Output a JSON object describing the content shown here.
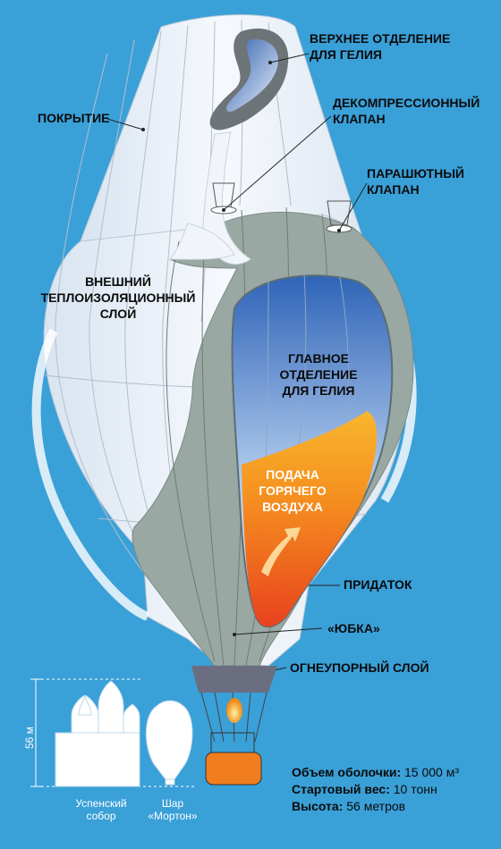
{
  "labels": {
    "upper_helium": "ВЕРХНЕЕ ОТДЕЛЕНИЕ\nДЛЯ ГЕЛИЯ",
    "decompression_valve": "ДЕКОМПРЕССИОННЫЙ\nКЛАПАН",
    "parachute_valve": "ПАРАШЮТНЫЙ\nКЛАПАН",
    "cover": "ПОКРЫТИЕ",
    "outer_insulation": "ВНЕШНИЙ\nТЕПЛОИЗОЛЯЦИОННЫЙ\nСЛОЙ",
    "main_helium": "ГЛАВНОЕ\nОТДЕЛЕНИЕ\nДЛЯ ГЕЛИЯ",
    "hot_air": "ПОДАЧА\nГОРЯЧЕГО\nВОЗДУХА",
    "appendix": "ПРИДАТОК",
    "skirt": "«ЮБКА»",
    "fireproof_layer": "ОГНЕУПОРНЫЙ СЛОЙ"
  },
  "comparison": {
    "height": "56 м",
    "cathedral": "Успенский\nсобор",
    "balloon": "Шар\n«Мортон»"
  },
  "stats": {
    "volume_label": "Объем оболочки:",
    "volume_value": "15 000 м³",
    "weight_label": "Стартовый вес:",
    "weight_value": "10 тонн",
    "height_label": "Высота:",
    "height_value": "56 метров"
  },
  "colors": {
    "background": "#3aa0d8",
    "envelope_white": "#eef4fb",
    "gray_layer": "#9aa8a3",
    "helium_blue": "#3a78c8",
    "hot_air_orange": "#f5a623",
    "dark_band": "#6d7478"
  }
}
